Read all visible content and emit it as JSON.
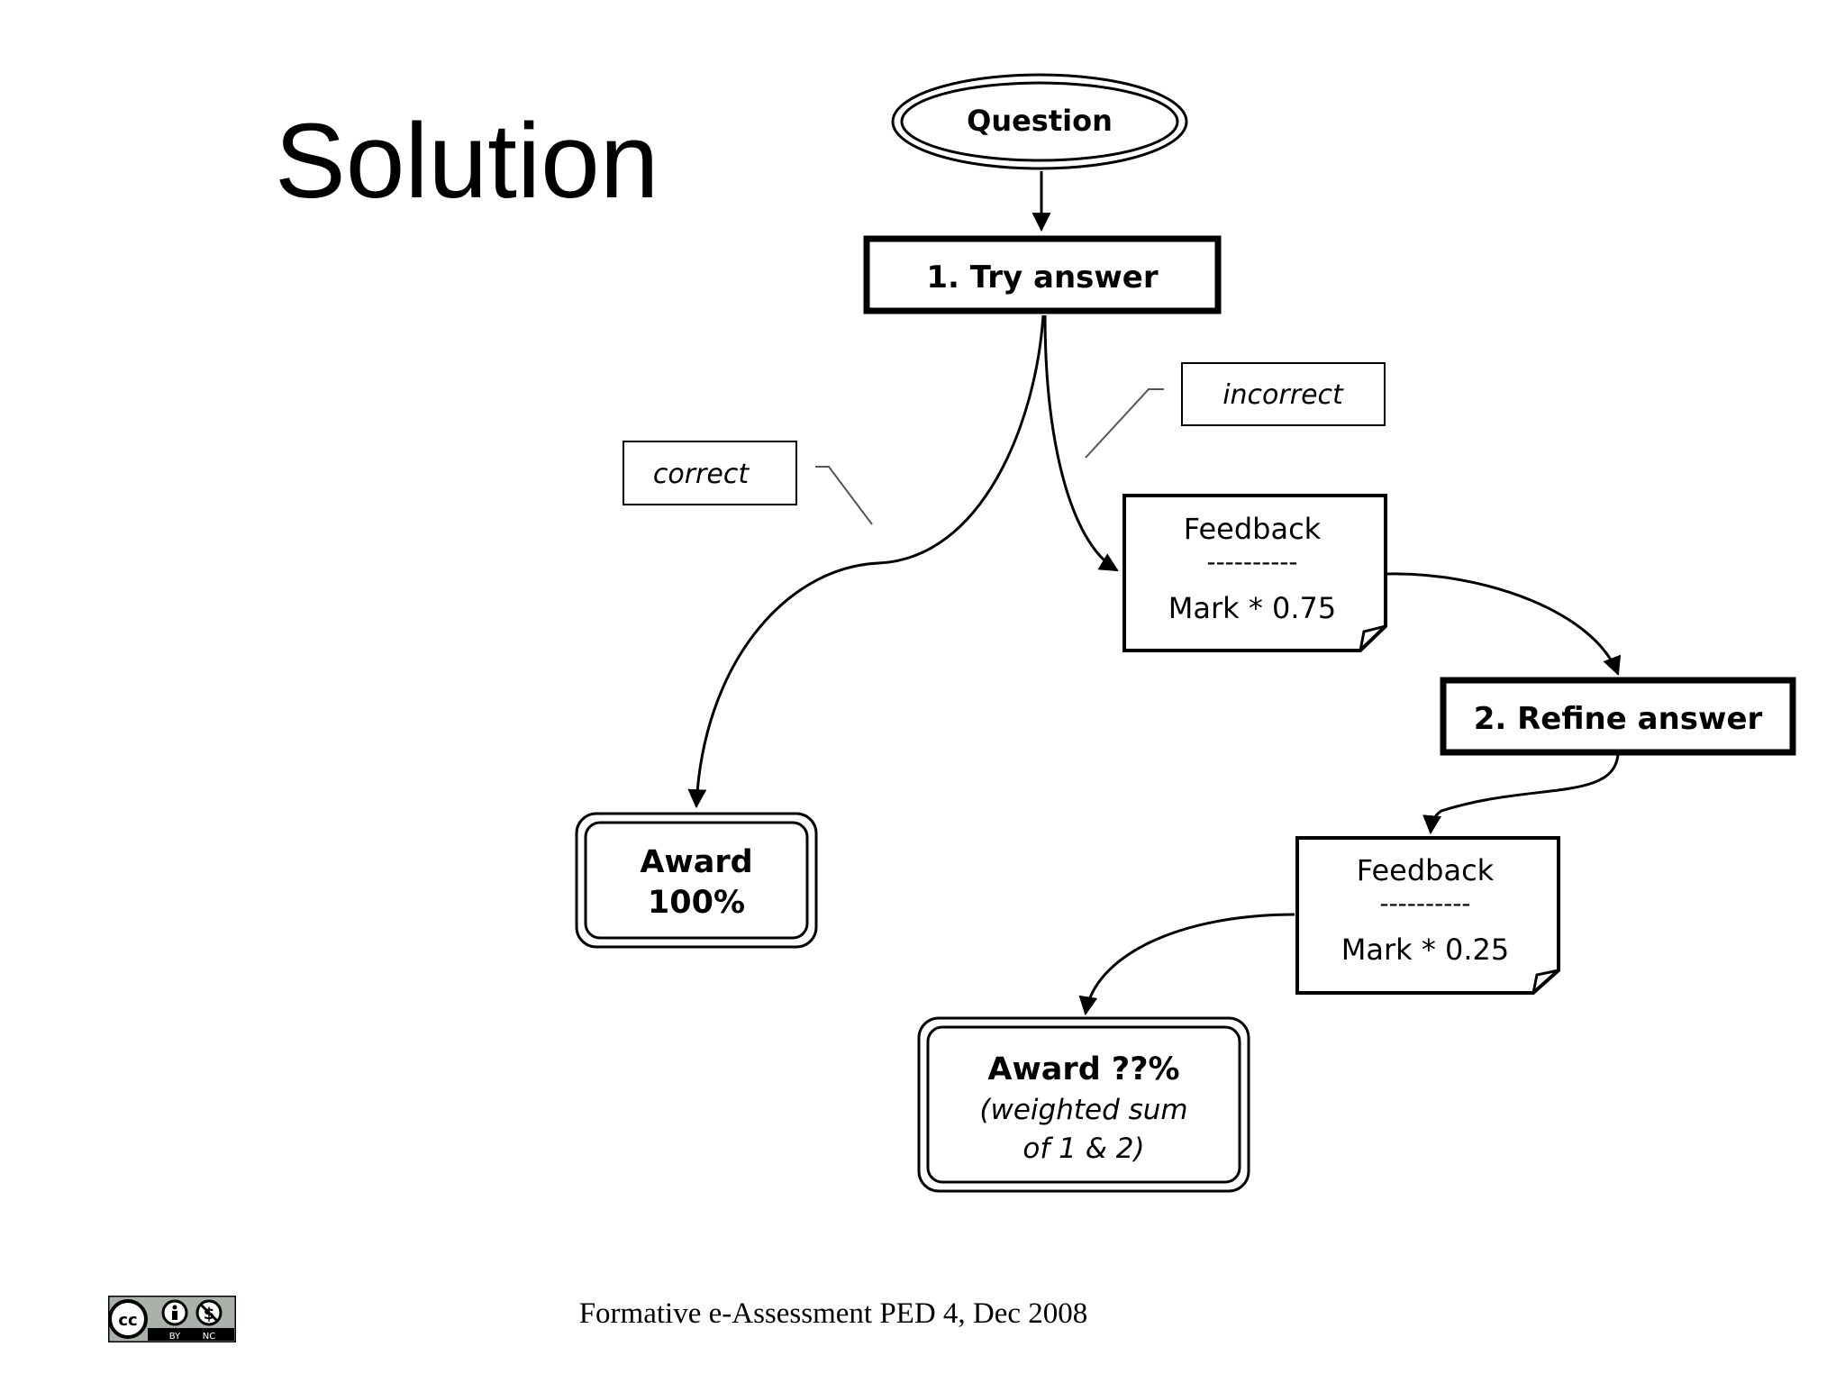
{
  "slide": {
    "title": "Solution",
    "footer": "Formative e-Assessment PED 4, Dec 2008",
    "license_badge": {
      "icon": "cc-by-nc-icon",
      "by": "BY",
      "nc": "NC"
    }
  },
  "diagram": {
    "question": "Question",
    "step1": "1. Try answer",
    "label_correct": "correct",
    "label_incorrect": "incorrect",
    "feedback1": {
      "title": "Feedback",
      "separator": "----------",
      "mark": "Mark * 0.75"
    },
    "step2": "2. Refine answer",
    "feedback2": {
      "title": "Feedback",
      "separator": "----------",
      "mark": "Mark * 0.25"
    },
    "award1": {
      "line1": "Award",
      "line2": "100%"
    },
    "award2": {
      "line1": "Award ??%",
      "line2": "(weighted sum",
      "line3": "of 1 & 2)"
    }
  }
}
